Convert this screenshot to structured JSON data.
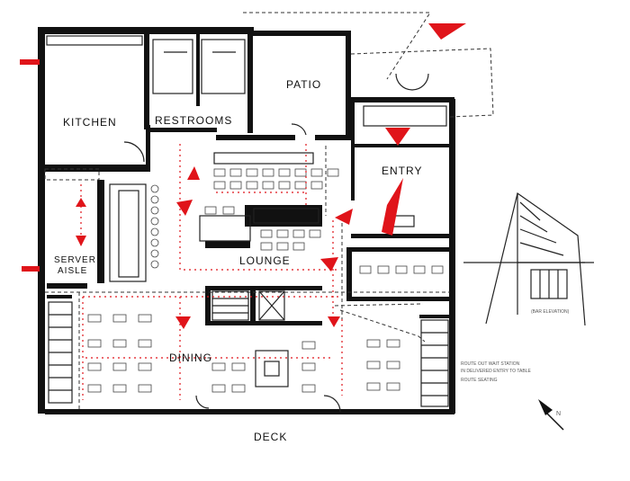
{
  "rooms": {
    "kitchen": "KITCHEN",
    "restrooms": "RESTROOMS",
    "patio": "PATIO",
    "entry": "ENTRY",
    "server_aisle_line1": "SERVER",
    "server_aisle_line2": "AISLE",
    "lounge": "LOUNGE",
    "dining": "DINING",
    "deck": "DECK"
  },
  "notes": {
    "bar_elevation": "(BAR ELEVATION)",
    "legend_line1": "ROUTE OUT WAIT STATION",
    "legend_line2": "IN DELIVERED ENTRY TO TABLE",
    "legend_line3": "ROUTE SEATING"
  },
  "colors": {
    "accent": "#e0141a",
    "ink": "#111111"
  },
  "icons": {
    "north_arrow": "north-arrow-icon"
  }
}
